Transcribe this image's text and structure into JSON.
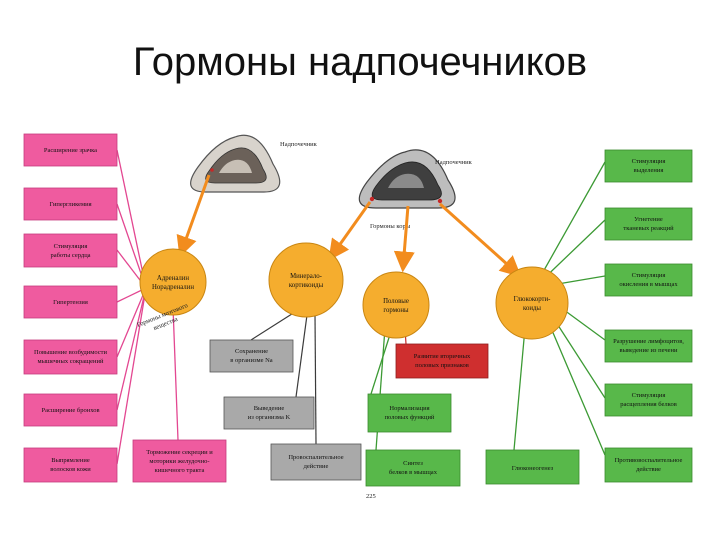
{
  "title": "Гормоны надпочечников",
  "gland_labels": {
    "left": "Надпочечник",
    "right": "Надпочечник",
    "cortex": "Гормоны коры"
  },
  "circles": {
    "adrenaline": [
      "Адреналин",
      "Норадреналин"
    ],
    "mineralocorticoids": [
      "Минерало-",
      "кортикоиды"
    ],
    "sex_hormones": [
      "Половые",
      "гормоны"
    ],
    "glucocorticoids": [
      "Глюкокорти-",
      "коиды"
    ]
  },
  "medulla_label": [
    "Гормоны мозгового",
    "вещества"
  ],
  "left_boxes": [
    [
      "Расширение зрачка"
    ],
    [
      "Гипергликемия"
    ],
    [
      "Стимуляция",
      "работы сердца"
    ],
    [
      "Гипертензия"
    ],
    [
      "Повышение возбудимости",
      "мышечных сокращений"
    ],
    [
      "Расширение бронхов"
    ],
    [
      "Выпрямление",
      "волосков кожи"
    ]
  ],
  "middle_boxes": {
    "gi_tract": [
      "Торможение секреции и",
      "моторики желудочно-",
      "кишечного тракта"
    ],
    "na_retention": [
      "Сохранение",
      "в организме Na"
    ],
    "k_excretion": [
      "Выведение",
      "из организма K"
    ],
    "proinflammatory": [
      "Провоспалительное",
      "действие"
    ]
  },
  "sex_boxes": {
    "secondary": [
      "Развитие вторичных",
      "половых признаков"
    ],
    "normalization": [
      "Нормализация",
      "половых функций"
    ],
    "protein": [
      "Синтез",
      "белков в мышцах"
    ]
  },
  "gluconeogenesis": [
    "Глюконеогенез"
  ],
  "right_boxes": [
    [
      "Стимуляция",
      "выделения"
    ],
    [
      "Угнетение",
      "тканевых реакций"
    ],
    [
      "Стимуляция",
      "окисления в мышцах"
    ],
    [
      "Разрушение лимфоцитов,",
      "выведение из печени"
    ],
    [
      "Стимуляция",
      "расщепления белков"
    ],
    [
      "Противовоспалительное",
      "действие"
    ]
  ],
  "page_number": "225",
  "colors": {
    "pink_box": "#ef5b9f",
    "pink_stroke": "#c63d7e",
    "green_box": "#58b84a",
    "green_stroke": "#3a8a2e",
    "gray_box": "#a9a9a9",
    "red_box": "#cf2f2f",
    "circle": "#f5ad2e",
    "circle_stroke": "#c98612",
    "arrow": "#f28c1e",
    "line_pink": "#e34791",
    "line_green": "#3c9a34",
    "line_gray": "#3b3b3b",
    "line_red": "#c62828"
  }
}
